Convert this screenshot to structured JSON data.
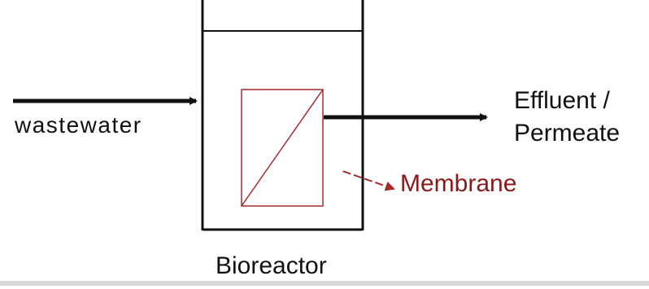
{
  "diagram": {
    "labels": {
      "inlet": "wastewater",
      "outlet_line1": "Effluent /",
      "outlet_line2": "Permeate",
      "membrane": "Membrane",
      "vessel": "Bioreactor"
    },
    "colors": {
      "line": "#111111",
      "membrane": "#a52a2a",
      "membrane_text": "#8a1a1a",
      "background": "#ffffff"
    }
  }
}
